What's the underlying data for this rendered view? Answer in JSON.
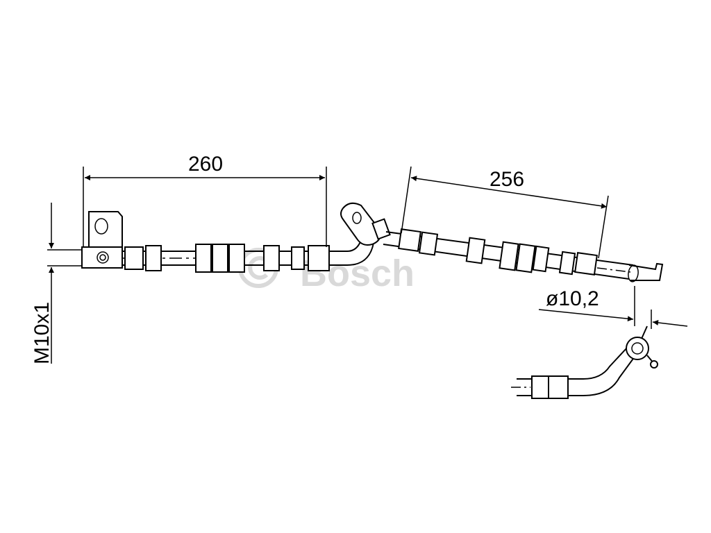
{
  "watermark": {
    "brand": "BOSCH",
    "text": "Bosch",
    "symbol": "©",
    "color": "#d9d9d9"
  },
  "dimensions": {
    "length_left": "260",
    "length_right": "256",
    "thread": "M10x1",
    "diameter": "ø10,2"
  },
  "colors": {
    "line": "#000000",
    "background": "#ffffff"
  }
}
